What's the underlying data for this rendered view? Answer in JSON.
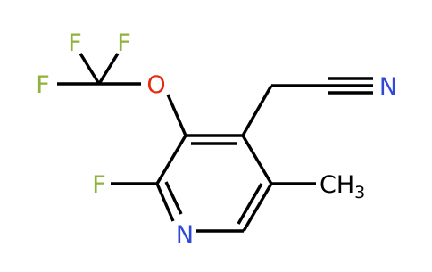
{
  "molecule": {
    "atoms": {
      "fluorine_cf3_top_left": "F",
      "fluorine_cf3_top_right": "F",
      "fluorine_cf3_left": "F",
      "oxygen": "O",
      "nitrile_nitrogen": "N",
      "ring_fluorine": "F",
      "ring_nitrogen": "N",
      "methyl_carbon": "CH",
      "methyl_subscript": "3"
    },
    "colors": {
      "fluorine": "#8fb33a",
      "oxygen": "#e8290e",
      "nitrogen": "#3048d8",
      "bond": "#000000"
    }
  }
}
